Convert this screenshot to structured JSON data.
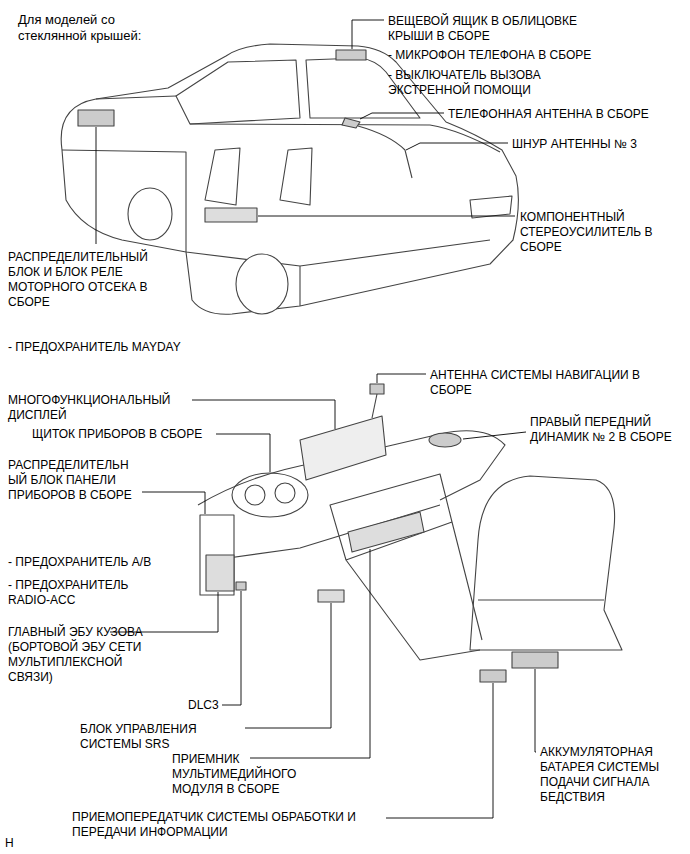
{
  "diagram": {
    "title": "Для моделей со стеклянной крышей:",
    "labels": [
      "ВЕЩЕВОЙ ЯЩИК В ОБЛИЦОВКЕ КРЫШИ В СБОРЕ",
      "- МИКРОФОН ТЕЛЕФОНА В СБОРЕ",
      "- ВЫКЛЮЧАТЕЛЬ ВЫЗОВА ЭКСТРЕННОЙ ПОМОЩИ",
      "ТЕЛЕФОННАЯ АНТЕННА В СБОРЕ",
      "ШНУР АНТЕННЫ № 3",
      "КОМПОНЕНТНЫЙ СТЕРЕОУСИЛИТЕЛЬ В СБОРЕ",
      "РАСПРЕДЕЛИТЕЛЬНЫЙ БЛОК И БЛОК РЕЛЕ МОТОРНОГО ОТСЕКА В СБОРЕ",
      "- ПРЕДОХРАНИТЕЛЬ MAYDAY",
      "МНОГОФУНКЦИОНАЛЬНЫЙ ДИСПЛЕЙ",
      "ЩИТОК ПРИБОРОВ В СБОРЕ",
      "АНТЕННА СИСТЕМЫ НАВИГАЦИИ В СБОРЕ",
      "ПРАВЫЙ ПЕРЕДНИЙ ДИНАМИК № 2 В СБОРЕ",
      "РАСПРЕДЕЛИТЕЛЬН ЫЙ БЛОК ПАНЕЛИ ПРИБОРОВ В СБОРЕ",
      "- ПРЕДОХРАНИТЕЛЬ A/B",
      "- ПРЕДОХРАНИТЕЛЬ RADIO-ACC",
      "ГЛАВНЫЙ ЭБУ КУЗОВА (БОРТОВОЙ ЭБУ СЕТИ МУЛЬТИПЛЕКСНОЙ СВЯЗИ)",
      "DLC3",
      "БЛОК УПРАВЛЕНИЯ СИСТЕМЫ SRS",
      "ПРИЕМНИК МУЛЬТИМЕДИЙНОГО МОДУЛЯ В СБОРЕ",
      "АККУМУЛЯТОРНАЯ БАТАРЕЯ СИСТЕМЫ ПОДАЧИ СИГНАЛА БЕДСТВИЯ",
      "ПРИЕМОПЕРЕДАТЧИК СИСТЕМЫ ОБРАБОТКИ И ПЕРЕДАЧИ ИНФОРМАЦИИ",
      "H"
    ]
  }
}
